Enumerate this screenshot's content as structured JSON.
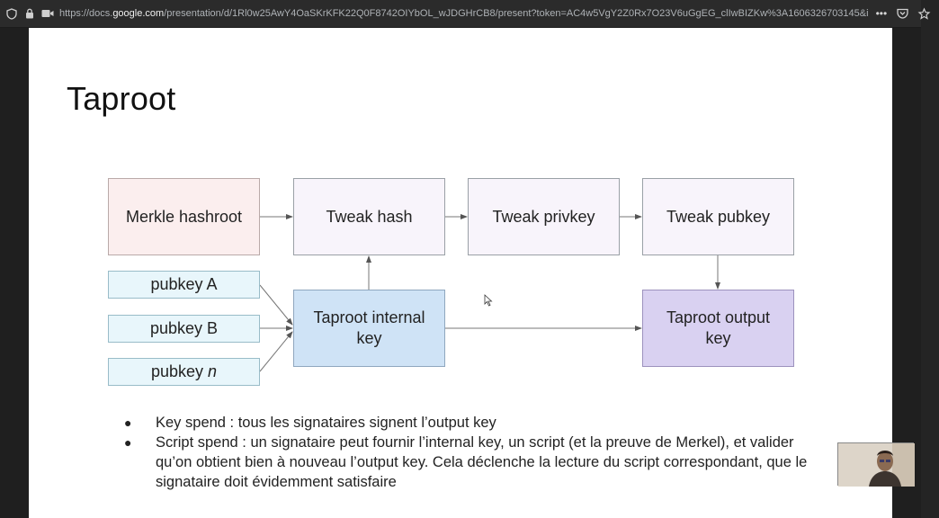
{
  "browser": {
    "url_prefix": "https://docs.",
    "url_domain": "google.com",
    "url_rest": "/presentation/d/1Rl0w25AwY4OaSKrKFK22Q0F8742OIYbOL_wJDGHrCB8/present?token=AC4w5VgY2Z0Rx7O23V6uGgEG_clIwBIZKw%3A1606326703145&i",
    "more": "•••"
  },
  "slide": {
    "title": "Taproot",
    "boxes": {
      "merkle": "Merkle hashroot",
      "tweak_hash": "Tweak hash",
      "tweak_privkey": "Tweak privkey",
      "tweak_pubkey": "Tweak pubkey",
      "pubkey_a": "pubkey A",
      "pubkey_b": "pubkey B",
      "pubkey_n_prefix": "pubkey ",
      "pubkey_n_var": "n",
      "internal_key": "Taproot internal key",
      "output_key": "Taproot output key"
    },
    "bullets": [
      "Key spend : tous les signataires signent l’output key",
      "Script spend : un signataire peut fournir l’internal key, un script (et la preuve de Merkel), et valider qu’on obtient bien à nouveau l’output key. Cela déclenche la lecture du script correspondant, que le signataire doit évidemment satisfaire"
    ]
  },
  "colors": {
    "merkle_fill": "#fbeeee",
    "tweak_fill": "#f8f4fb",
    "pubkey_fill": "#e8f6fb",
    "internal_fill": "#cfe3f6",
    "output_fill": "#d9d1f1"
  }
}
